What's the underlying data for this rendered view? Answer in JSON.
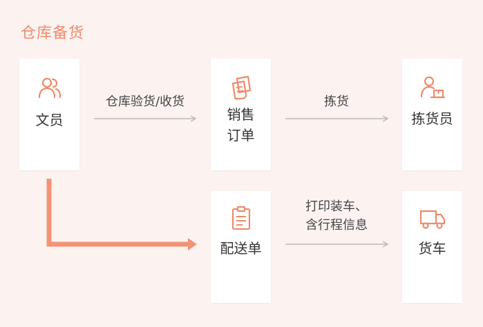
{
  "title": "仓库备货",
  "colors": {
    "accent": "#ef8a6a",
    "background": "#fcf3f1",
    "card": "#ffffff",
    "line": "#b9b9b9"
  },
  "nodes": [
    {
      "id": "clerk",
      "label": "文员",
      "icon": "users-icon"
    },
    {
      "id": "sales-order",
      "label": "销售\n订单",
      "icon": "document-icon"
    },
    {
      "id": "picker",
      "label": "拣货员",
      "icon": "picker-icon"
    },
    {
      "id": "delivery-note",
      "label": "配送单",
      "icon": "clipboard-icon"
    },
    {
      "id": "truck",
      "label": "货车",
      "icon": "truck-icon"
    }
  ],
  "edges": [
    {
      "from": "clerk",
      "to": "sales-order",
      "label": "仓库验货/收货"
    },
    {
      "from": "sales-order",
      "to": "picker",
      "label": "拣货"
    },
    {
      "from": "clerk",
      "to": "delivery-note",
      "label": ""
    },
    {
      "from": "delivery-note",
      "to": "truck",
      "label": "打印装车、\n含行程信息"
    }
  ]
}
